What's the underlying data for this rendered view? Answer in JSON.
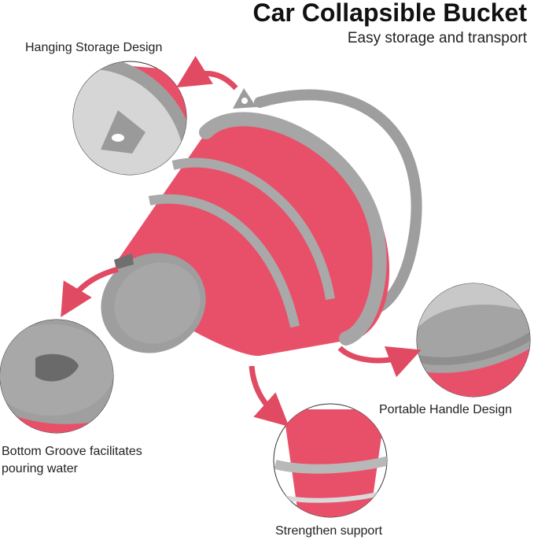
{
  "header": {
    "title": "Car Collapsible Bucket",
    "subtitle": "Easy storage and transport"
  },
  "features": {
    "hanging": "Hanging Storage Design",
    "groove_line1": "Bottom Groove facilitates",
    "groove_line2": "pouring water",
    "handle": "Portable Handle Design",
    "support": "Strengthen support"
  },
  "colors": {
    "bucket_red": "#e8506a",
    "rim_gray": "#a8a8a8",
    "arrow_red": "#e04a62"
  }
}
